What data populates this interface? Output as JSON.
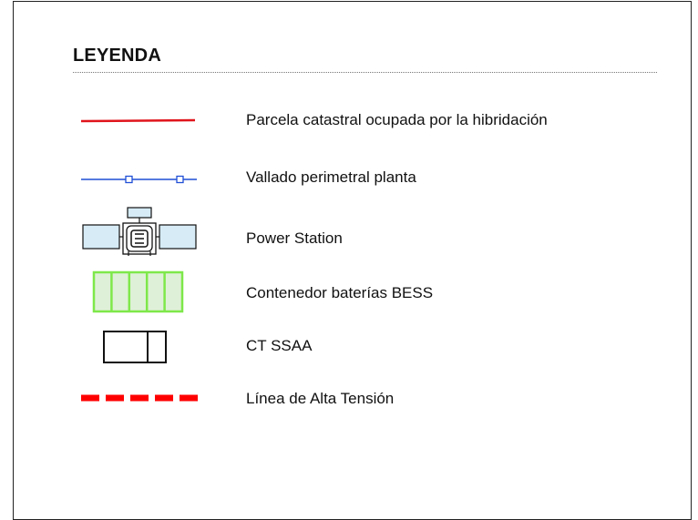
{
  "legend": {
    "title": "LEYENDA",
    "items": [
      {
        "label": "Parcela catastral ocupada por la hibridación",
        "icon": "red-solid-line-icon",
        "color": "#e0141c"
      },
      {
        "label": "Vallado perimetral planta",
        "icon": "blue-fence-line-icon",
        "color": "#1f4fd6"
      },
      {
        "label": "Power Station",
        "icon": "power-station-icon",
        "color": "#d6ebf5"
      },
      {
        "label": "Contenedor baterías BESS",
        "icon": "bess-container-icon",
        "color": "#7ee84a"
      },
      {
        "label": "CT SSAA",
        "icon": "ct-ssaa-icon",
        "color": "#111111"
      },
      {
        "label": "Línea de Alta Tensión",
        "icon": "red-dashed-line-icon",
        "color": "#ff0000"
      }
    ]
  }
}
